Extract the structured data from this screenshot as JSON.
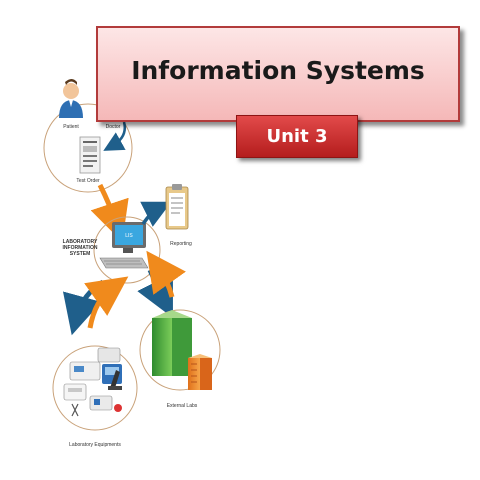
{
  "slide": {
    "title": "Information Systems",
    "subtitle": "Unit 3"
  },
  "diagram": {
    "patient_label": "Patient",
    "doctor_label": "Doctor",
    "test_order_label": "Test Order",
    "lis_label_line1": "LABORATORY",
    "lis_label_line2": "INFORMATION",
    "lis_label_line3": "SYSTEM",
    "monitor_label": "LIS",
    "reporting_label": "Reporting",
    "external_labs_label": "External Labs",
    "lab_equipment_label": "Laboratory Equipments"
  },
  "colors": {
    "title_fill": "#f5b8b8",
    "title_border": "#b23b3b",
    "unit_fill": "#c62828",
    "arrow_orange": "#f08a1c",
    "arrow_blue": "#1f5f8b"
  }
}
